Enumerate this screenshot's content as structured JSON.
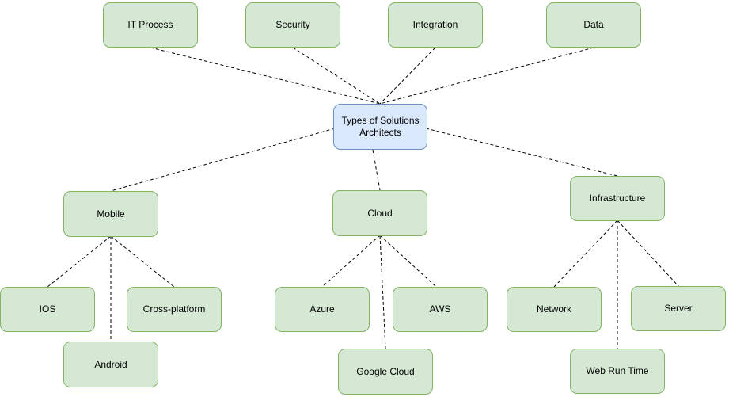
{
  "colors": {
    "canvas": "#ffffff",
    "edge": "#000000",
    "node-green-fill": "#d5e8d4",
    "node-green-border": "#82b366",
    "node-blue-fill": "#dae8fc",
    "node-blue-border": "#6c8ebf"
  },
  "nodes": {
    "root": {
      "label": "Types of Solutions Architects"
    },
    "it_process": {
      "label": "IT Process"
    },
    "security": {
      "label": "Security"
    },
    "integration": {
      "label": "Integration"
    },
    "data": {
      "label": "Data"
    },
    "mobile": {
      "label": "Mobile"
    },
    "cloud": {
      "label": "Cloud"
    },
    "infrastructure": {
      "label": "Infrastructure"
    },
    "ios": {
      "label": "IOS"
    },
    "cross_platform": {
      "label": "Cross-platform"
    },
    "android": {
      "label": "Android"
    },
    "azure": {
      "label": "Azure"
    },
    "aws": {
      "label": "AWS"
    },
    "google_cloud": {
      "label": "Google Cloud"
    },
    "network": {
      "label": "Network"
    },
    "server": {
      "label": "Server"
    },
    "web_run_time": {
      "label": "Web Run Time"
    }
  }
}
